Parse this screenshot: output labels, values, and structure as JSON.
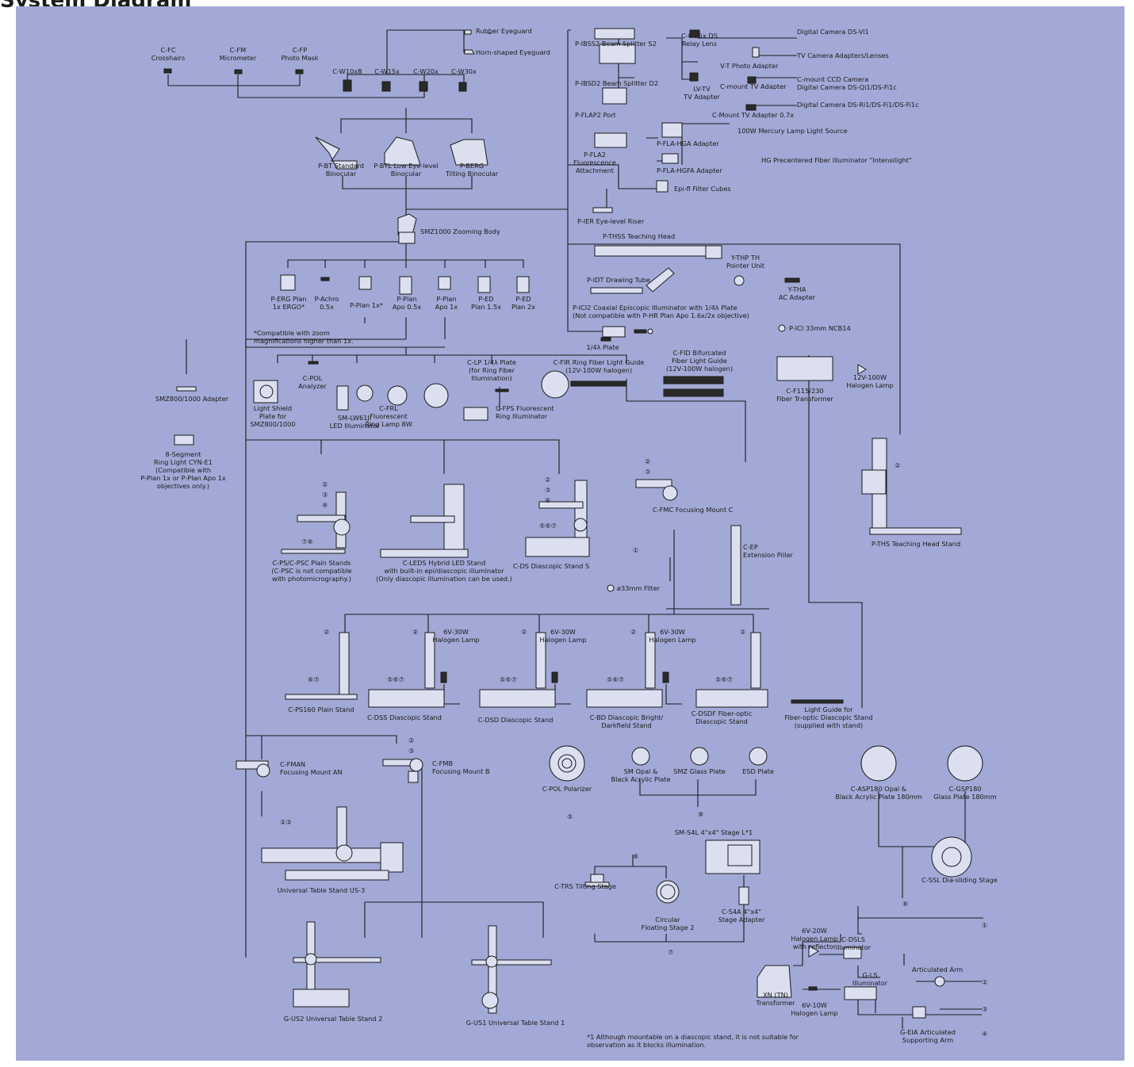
{
  "page": {
    "title": "System Diagram",
    "background": "#a3a9d6",
    "line_color": "#1a1a1a"
  },
  "labels": {
    "rubber_eyeguard": "Rubber Eyeguard",
    "horn_eyeguard": "Horn-shaped Eyeguard",
    "cfc": [
      "C-FC",
      "Crosshairs"
    ],
    "cfm": [
      "C-FM",
      "Micrometer"
    ],
    "cfp": [
      "C-FP",
      "Photo Mask"
    ],
    "w10": "C-W10xB",
    "w15": "C-W15x",
    "w20": "C-W20x",
    "w30": "C-W30x",
    "pbt": [
      "P-BT Standard",
      "Binocular"
    ],
    "pbtl": [
      "P-BTL Low Eye-level",
      "Binocular"
    ],
    "pberg": [
      "P-BERG",
      "Tilting Binocular"
    ],
    "zoom_body": "SMZ1000 Zooming Body",
    "perg": [
      "P-ERG Plan",
      "1x ERGO*"
    ],
    "pachro": [
      "P-Achro",
      "0.5x"
    ],
    "pplan1": "P-Plan 1x*",
    "papo05": [
      "P-Plan",
      "Apo 0.5x"
    ],
    "papo1": [
      "P-Plan",
      "Apo 1x"
    ],
    "ped15": [
      "P-ED",
      "Plan 1.5x"
    ],
    "ped2": [
      "P-ED",
      "Plan 2x"
    ],
    "zoom_note": [
      "*Compatible with zoom",
      "magnifications higher than 1x."
    ],
    "smz_adapter": "SMZ800/1000 Adapter",
    "ring8": [
      "8-Segment",
      "Ring Light CYN-E1",
      "(Compatible with",
      "P-Plan 1x or P-Plan Apo 1x",
      "objectives only.)"
    ],
    "shield": [
      "Light Shield",
      "Plate for",
      "SMZ800/1000"
    ],
    "cpol_an": [
      "C-POL",
      "Analyzer"
    ],
    "lw61": [
      "SM-LW61Ji",
      "LED Illuminator"
    ],
    "cfrl": [
      "C-FRL",
      "Fluorescent",
      "Ring Lamp 8W"
    ],
    "cfps": [
      "C-FPS Fluorescent",
      "Ring Illuminator"
    ],
    "clp": [
      "C-LP 1/4λ Plate",
      "(for Ring Fiber",
      "Illumination)"
    ],
    "cfir": [
      "C-FIR Ring Fiber Light Guide",
      "(12V-100W halogen)"
    ],
    "cfid": [
      "C-FID Bifurcated",
      "Fiber Light Guide",
      "(12V-100W halogen)"
    ],
    "pibss2": "P-IBSS2 Beam Splitter S2",
    "pibsd2": "P-IBSD2 Beam Splitter D2",
    "pflap2": "P-FLAP2 Port",
    "c055": [
      "C-0.55x DS",
      "Relay Lens"
    ],
    "vtphoto": "V-T Photo Adapter",
    "lvtv": [
      "LV-TV",
      "TV Adapter"
    ],
    "cmount_tv": "C-mount TV Adapter",
    "cmount07": "C-Mount TV Adapter 0.7x",
    "ds_vi1": "Digital Camera DS-Vi1",
    "tv_cam": "TV Camera Adapters/Lenses",
    "ccd": [
      "C-mount CCD Camera",
      "Digital Camera DS-Qi1/DS-Fi1c"
    ],
    "dsri1": "Digital Camera DS-Ri1/DS-Fi1/DS-Fi1c",
    "pfla2": [
      "P-FLA2",
      "Fluorescence",
      "Attachment"
    ],
    "pflahga": "P-FLA-HGA Adapter",
    "pflahgfa": "P-FLA-HGFA Adapter",
    "mercury": "100W Mercury Lamp Light Source",
    "intensilight": "HG Precentered Fiber Illuminator \"Intensilight\"",
    "epifl": "Epi-fl Filter Cubes",
    "pier": "P-IER Eye-level Riser",
    "pthss": "P-THSS Teaching Head",
    "ythp": [
      "Y-THP TH",
      "Pointer Unit"
    ],
    "ytha": [
      "Y-THA",
      "AC Adapter"
    ],
    "pidt": "P-IDT Drawing Tube",
    "pici2": [
      "P-ICI2 Coaxial Episcopic Illuminator with 1/4λ Plate",
      "(Not compatible with P-HR Plan Apo 1.6x/2x objective)"
    ],
    "quarter": "1/4λ Plate",
    "pici33": "P-ICI 33mm NCB14",
    "cf115": [
      "C-F115/230",
      "Fiber Transformer"
    ],
    "halogen12": [
      "12V-100W",
      "Halogen Lamp"
    ],
    "pths_stand": "P-THS Teaching Head Stand",
    "cps": [
      "C-PS/C-PSC Plain Stands",
      "(C-PSC is not compatible",
      "with photomicrography.)"
    ],
    "cleds": [
      "C-LEDS Hybrid LED Stand",
      "with built-in epi/diascopic illuminator",
      "(Only diascopic illumination can be used.)"
    ],
    "cds": "C-DS Diascopic Stand S",
    "filter33": "ø33mm Filter",
    "cfmc": "C-FMC Focusing Mount C",
    "cep": [
      "C-EP",
      "Extension Pillar"
    ],
    "halogen6": [
      "6V-30W",
      "Halogen Lamp"
    ],
    "cps160": "C-PS160 Plain Stand",
    "cdss": "C-DSS Diascopic Stand",
    "cdsd": "C-DSD Diascopic Stand",
    "cbd": [
      "C-BD Diascopic Bright/",
      "Darkfield Stand"
    ],
    "cdsdf": [
      "C-DSDF Fiber-optic",
      "Diascopic Stand"
    ],
    "light_guide": [
      "Light Guide for",
      "Fiber-optic Diascopic Stand",
      "(supplied with stand)"
    ],
    "cfman": [
      "C-FMAN",
      "Focusing Mount AN"
    ],
    "cfmb": [
      "C-FMB",
      "Focusing Mount B"
    ],
    "us3": "Universal Table Stand US-3",
    "gus2": "G-US2 Universal Table Stand 2",
    "gus1": "G-US1 Universal Table Stand 1",
    "cpol_pz": "C-POL Polarizer",
    "smopal": [
      "SM Opal &",
      "Black Acrylic Plate"
    ],
    "smzglass": "SMZ Glass Plate",
    "esd": "ESD Plate",
    "casp": [
      "C-ASP180 Opal &",
      "Black Acrylic Plate 180mm"
    ],
    "cgsp": [
      "C-GSP180",
      "Glass Plate 180mm"
    ],
    "cssl": "C-SSL Dia-sliding Stage",
    "sms4l": "SM-S4L 4\"x4\" Stage L*1",
    "cs4a": [
      "C-S4A 4\"x4\"",
      "Stage Adapter"
    ],
    "ctrs": "C-TRS Tilting Stage",
    "circular": [
      "Circular",
      "Floating Stage 2"
    ],
    "halogen6_20": [
      "6V-20W",
      "Halogen Lamp",
      "with reflector"
    ],
    "halogen6_10": [
      "6V-10W",
      "Halogen Lamp"
    ],
    "cdsls": [
      "C-DSLS",
      "Illuminator"
    ],
    "gls": [
      "G-LS",
      "Illuminator"
    ],
    "xn": [
      "XN (TN)",
      "Transformer"
    ],
    "artarm": "Articulated Arm",
    "geia": [
      "G-EIA Articulated",
      "Supporting Arm"
    ],
    "footnote": [
      "*1 Although mountable on a diascopic stand, it is not suitable for",
      "observation as it blocks illumination."
    ]
  },
  "markers": {
    "m2": "②",
    "m3": "③",
    "m4": "④",
    "m1": "①",
    "m5": "⑤",
    "m6": "⑥",
    "m7": "⑦",
    "m8": "⑧",
    "m78": "⑦⑧",
    "m567": "⑤⑥⑦",
    "m67": "⑥⑦",
    "m23": "②③"
  }
}
